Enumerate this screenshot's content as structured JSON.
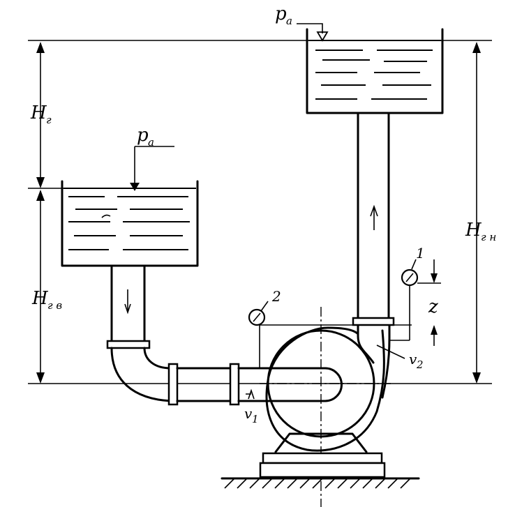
{
  "labels": {
    "pa_top": "p",
    "pa_top_sub": "a",
    "pa_left": "p",
    "pa_left_sub": "a",
    "hg": "H",
    "hg_sub": "г",
    "hgv": "H",
    "hgv_sub": "г в",
    "hgn": "H",
    "hgn_sub": "г н",
    "gauge1": "1",
    "gauge2": "2",
    "z": "z",
    "v1": "v",
    "v1_sub": "1",
    "v2": "v",
    "v2_sub": "2"
  }
}
